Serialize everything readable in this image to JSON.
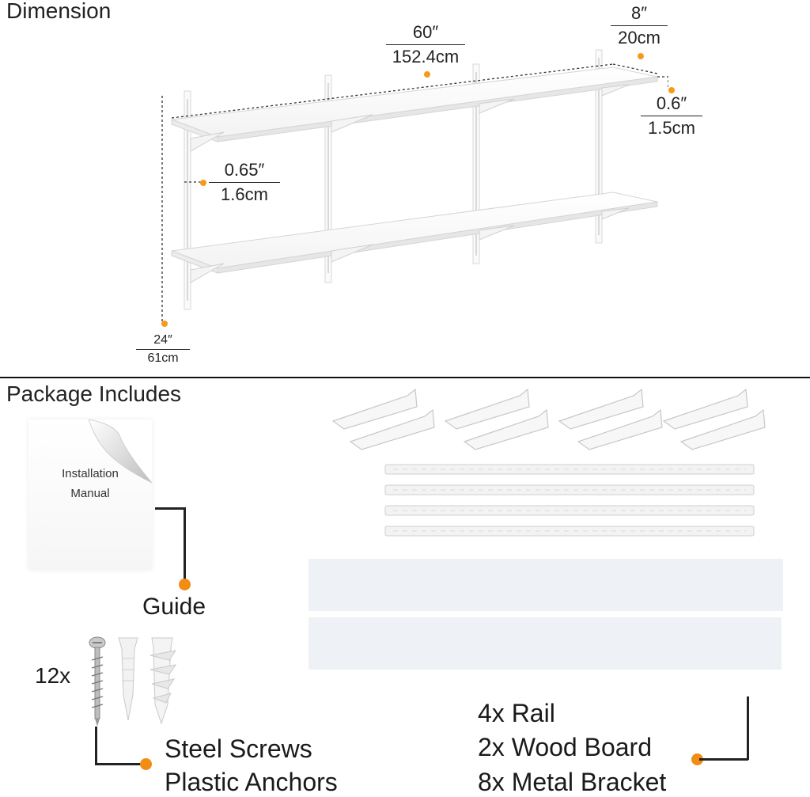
{
  "dimension_section": {
    "heading": "Dimension",
    "width": {
      "imperial": "60″",
      "metric": "152.4cm"
    },
    "depth": {
      "imperial": "8″",
      "metric": "20cm"
    },
    "board_thickness": {
      "imperial": "0.6″",
      "metric": "1.5cm"
    },
    "rail_thickness": {
      "imperial": "0.65″",
      "metric": "1.6cm"
    },
    "height": {
      "imperial": "24″",
      "metric": "61cm"
    }
  },
  "package_section": {
    "heading": "Package Includes",
    "manual": {
      "line1": "Installation",
      "line2": "Manual",
      "caption": "Guide"
    },
    "hardware": {
      "count": "12x",
      "line1": "Steel Screws",
      "line2": "Plastic Anchors"
    },
    "parts": {
      "line1": "4x Rail",
      "line2": "2x Wood Board",
      "line3": "8x Metal Bracket"
    }
  },
  "colors": {
    "accent": "#f28c12",
    "shelf": "#ffffff",
    "line": "#222222"
  }
}
